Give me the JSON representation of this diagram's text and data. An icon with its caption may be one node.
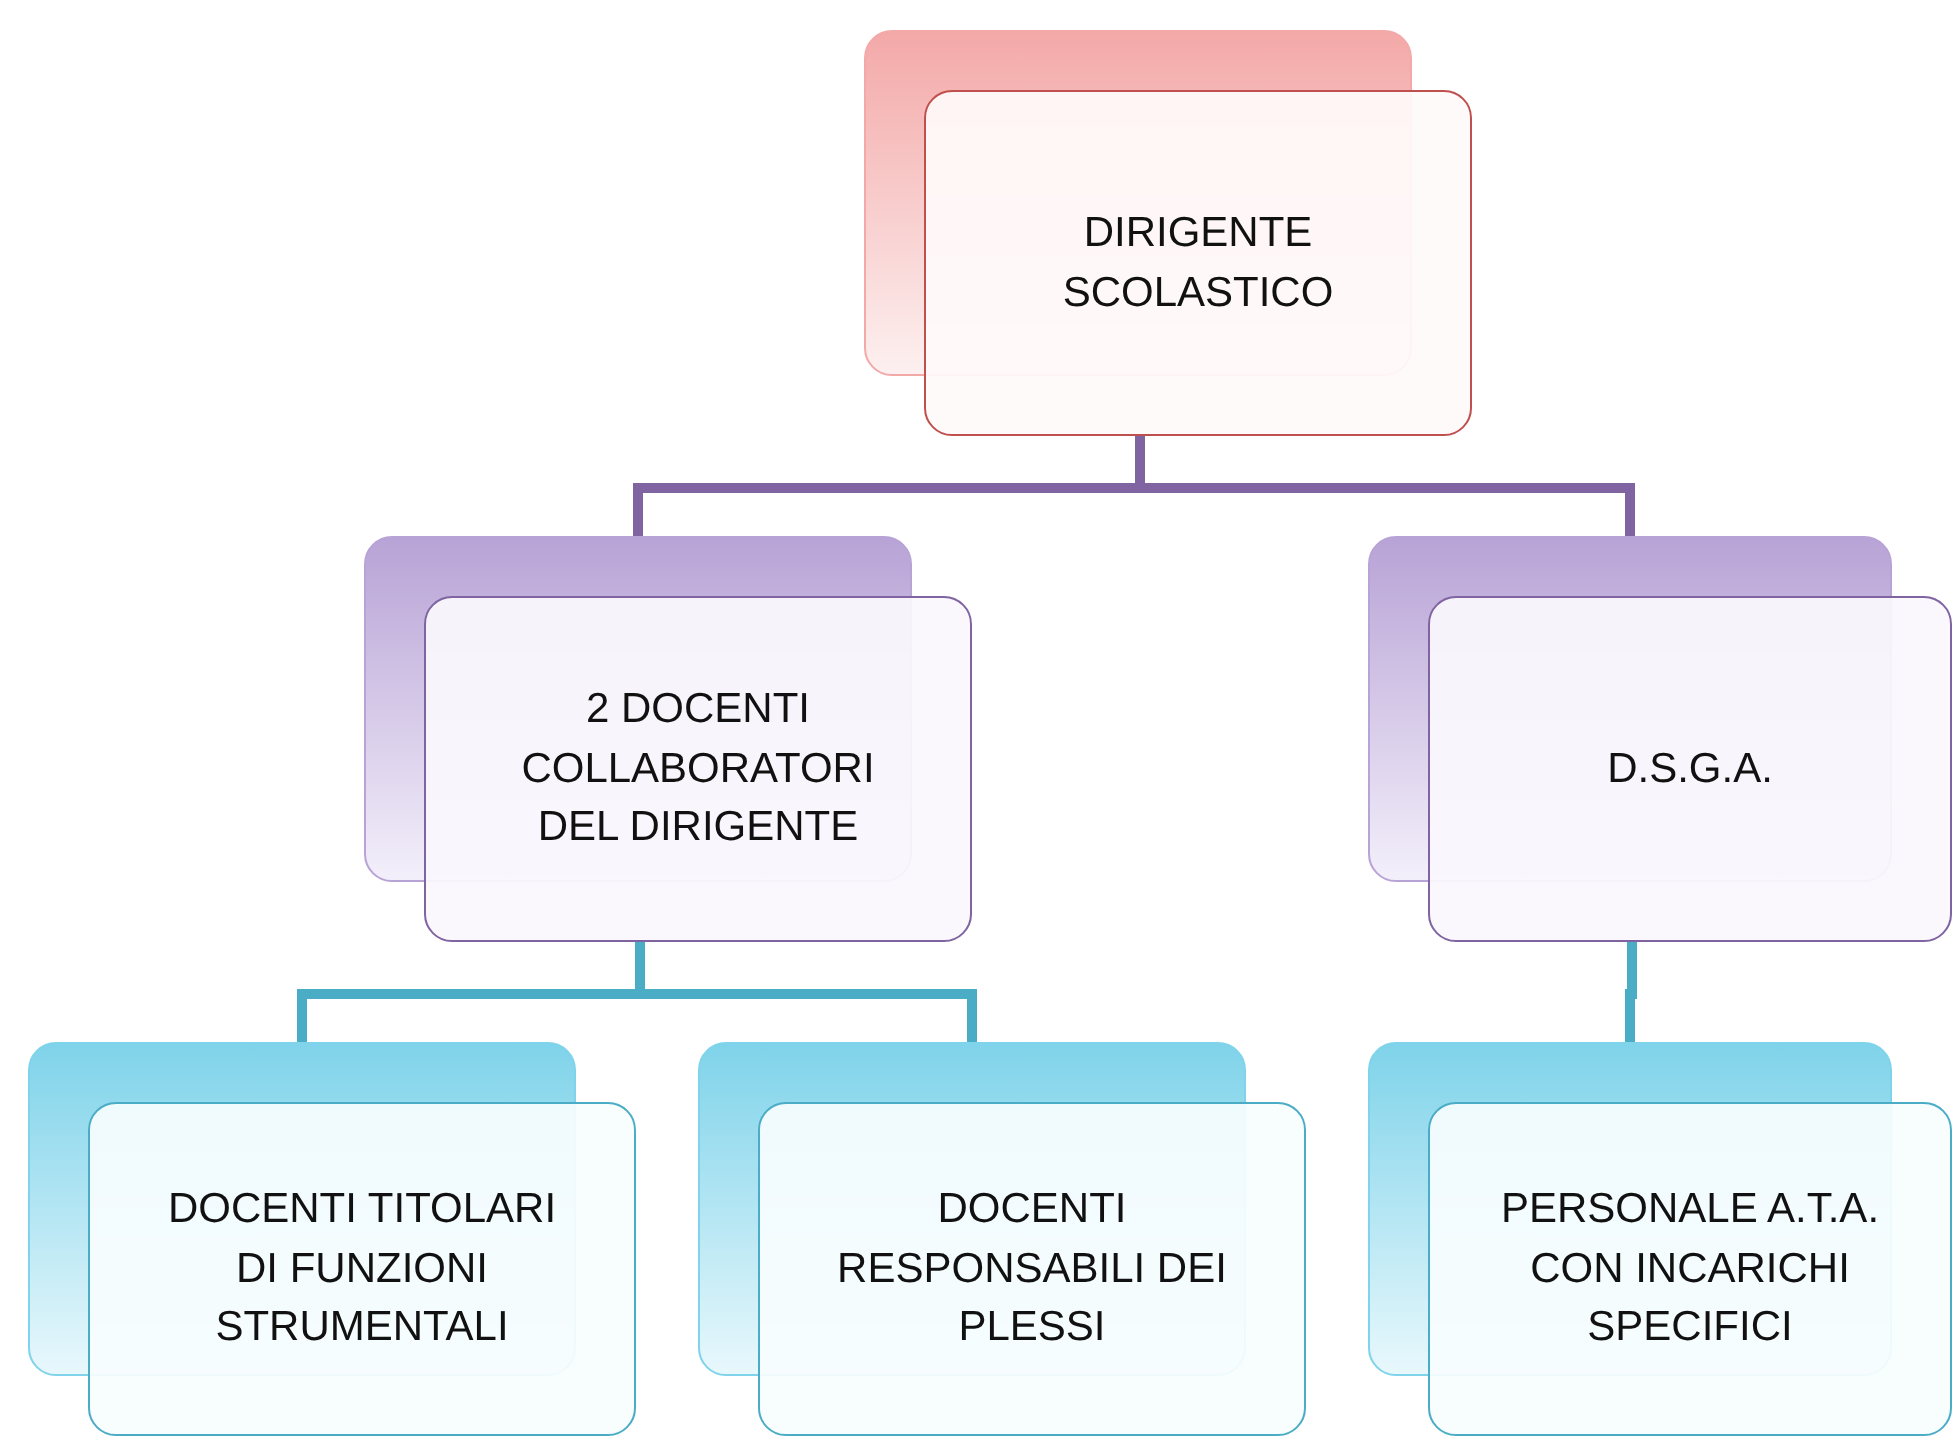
{
  "diagram": {
    "nodes": [
      {
        "text": [
          "DIRIGENTE SCOLASTICO"
        ]
      },
      {
        "text": [
          "2 DOCENTI COLLABORATORI DEL DIRIGENTE"
        ]
      },
      {
        "text": [
          "D.S.G.A."
        ]
      },
      {
        "text": [
          "DOCENTI TITOLARI DI FUNZIONI STRUMENTALI"
        ]
      },
      {
        "text": [
          "DOCENTI RESPONSABILI DEI PLESSI"
        ]
      },
      {
        "text": [
          "PERSONALE A.T.A. CON INCARICHI SPECIFICI"
        ]
      }
    ],
    "edges": [
      {
        "from": 0,
        "to": 1,
        "arrow": "none",
        "color": "#8064a2"
      },
      {
        "from": 0,
        "to": 2,
        "arrow": "none",
        "color": "#8064a2"
      },
      {
        "from": 1,
        "to": 3,
        "arrow": "none"
      },
      {
        "from": 1,
        "to": 4,
        "arrow": "none"
      },
      {
        "from": 2,
        "to": 5,
        "arrow": "none"
      }
    ]
  }
}
